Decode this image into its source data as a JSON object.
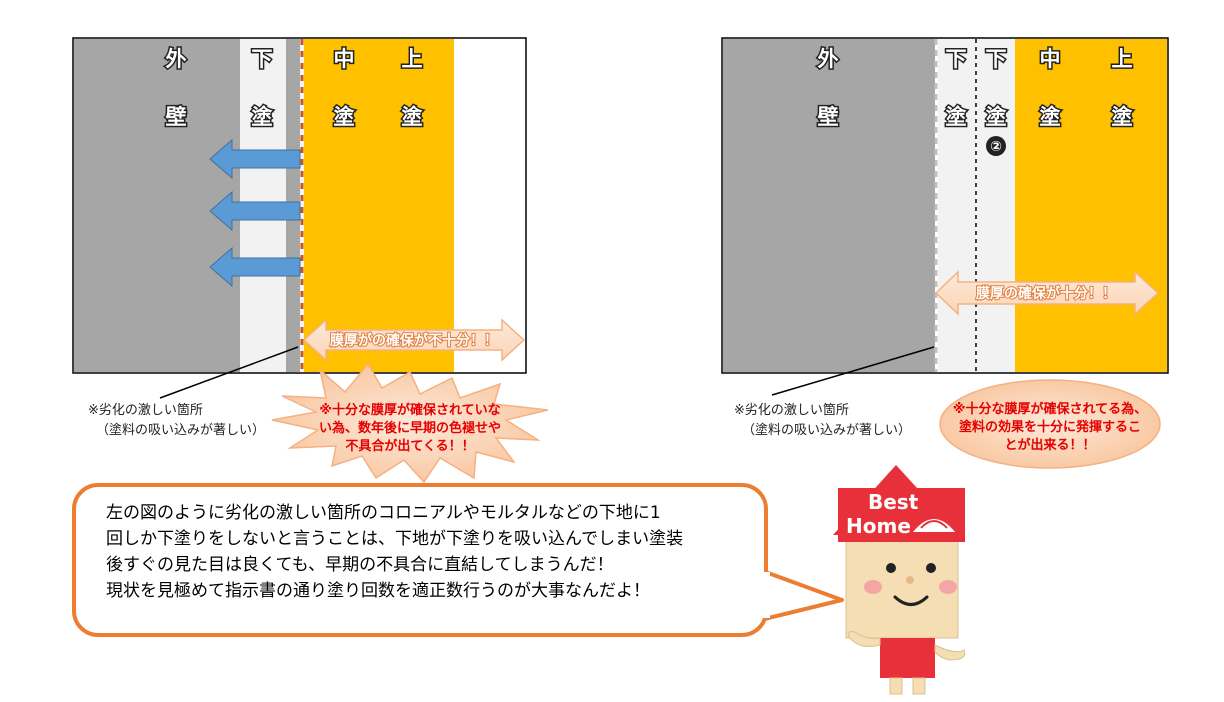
{
  "left_diagram": {
    "layers": [
      "外",
      "壁",
      "下",
      "塗",
      "中",
      "塗",
      "上",
      "塗"
    ],
    "band": "膜厚がの確保が不十分！！",
    "note_lines": [
      "※劣化の激しい箇所",
      "（塗料の吸い込みが著しい）"
    ],
    "alert_lines": [
      "※十分な膜厚が確保されていな",
      "い為、数年後に早期の色褪せや",
      "不具合が出てくる！！"
    ]
  },
  "right_diagram": {
    "layers": [
      "外",
      "壁",
      "下",
      "塗",
      "下",
      "塗",
      "②",
      "中",
      "塗",
      "上",
      "塗"
    ],
    "band": "膜厚の確保が十分！！",
    "note_lines": [
      "※劣化の激しい箇所",
      "（塗料の吸い込みが著しい）"
    ],
    "alert_lines": [
      "※十分な膜厚が確保されてる為、",
      "塗料の効果を十分に発揮するこ",
      "とが出来る！！"
    ]
  },
  "speech": {
    "lines": [
      "左の図のように劣化の激しい箇所のコロニアルやモルタルなどの下地に1",
      "回しか下塗りをしないと言うことは、下地が下塗りを吸い込んでしまい塗装",
      "後すぐの見た目は良くても、早期の不具合に直結してしまうんだ！",
      "現状を見極めて指示書の通り塗り回数を適正数行うのが大事なんだよ！"
    ]
  },
  "mascot": {
    "brand_line1": "Best",
    "brand_line2": "Home"
  },
  "colors": {
    "wall": "#a6a6a6",
    "primer": "#f2f2f2",
    "yellow": "#ffc000",
    "orange": "#ed7d31",
    "arrow_blue": "#5b9bd5",
    "alert_red": "#e60000"
  }
}
